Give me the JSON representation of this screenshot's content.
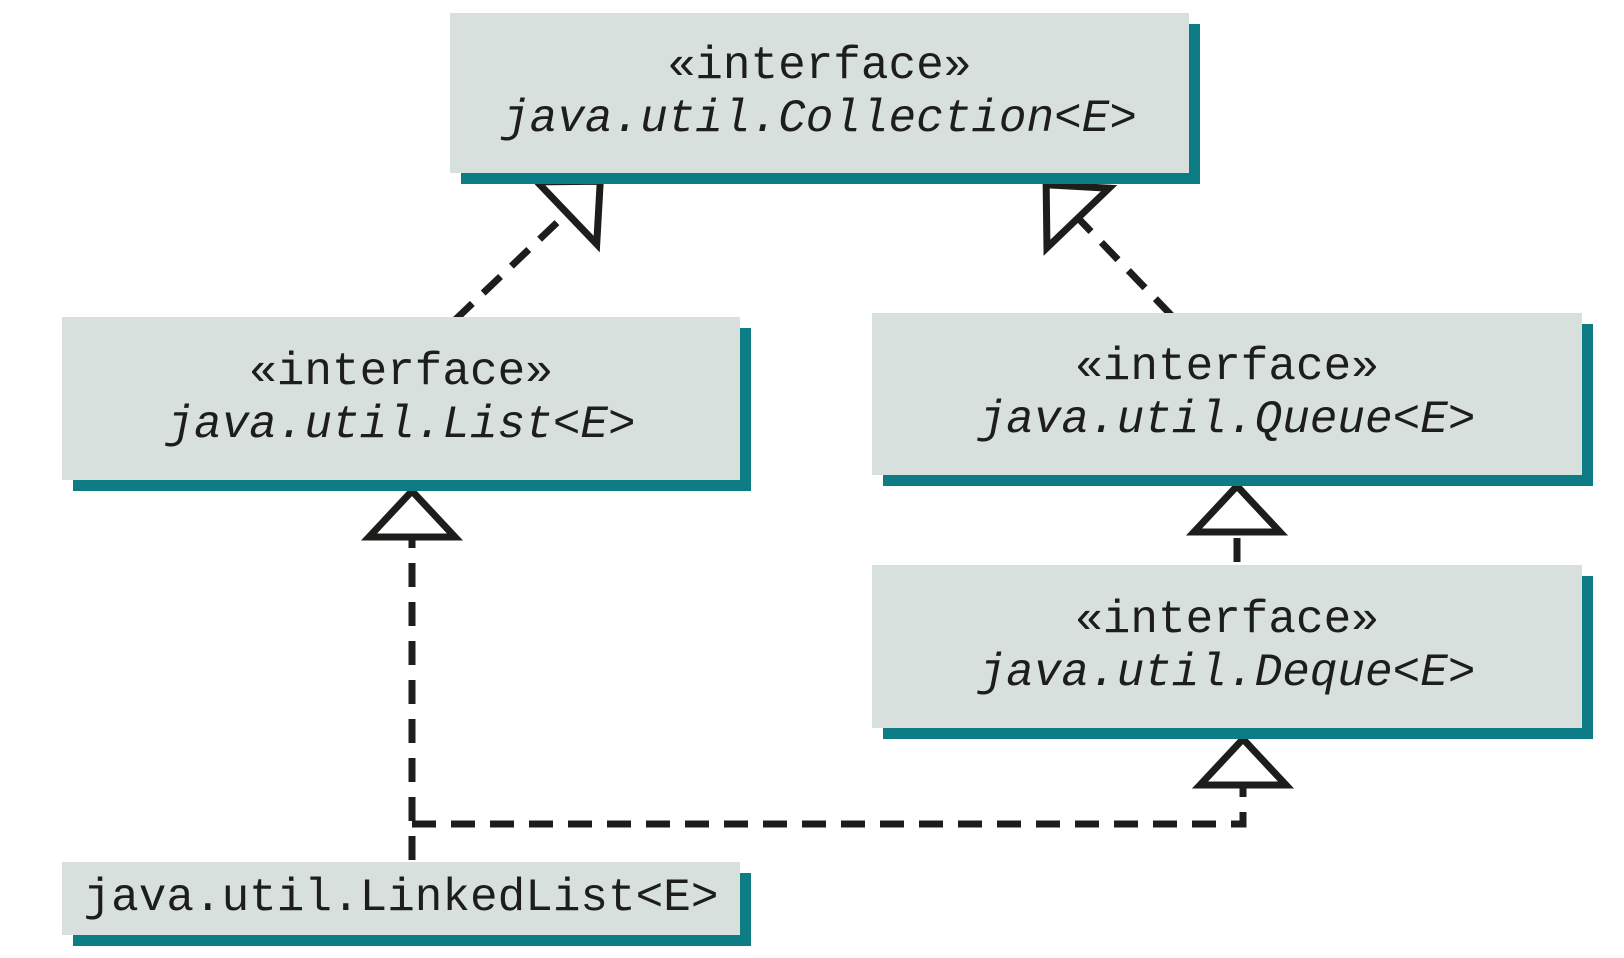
{
  "diagram": {
    "type": "uml-class-diagram",
    "colors": {
      "background": "#ffffff",
      "box_fill": "#d8e0dd",
      "box_shadow_teal": "#0e7c84",
      "line": "#1d1d1b",
      "text": "#1d1d1b"
    },
    "nodes": [
      {
        "id": "collection",
        "stereotype": "«interface»",
        "name": "java.util.Collection<E>",
        "kind": "interface"
      },
      {
        "id": "list",
        "stereotype": "«interface»",
        "name": "java.util.List<E>",
        "kind": "interface"
      },
      {
        "id": "queue",
        "stereotype": "«interface»",
        "name": "java.util.Queue<E>",
        "kind": "interface"
      },
      {
        "id": "deque",
        "stereotype": "«interface»",
        "name": "java.util.Deque<E>",
        "kind": "interface"
      },
      {
        "id": "linkedlist",
        "name": "java.util.LinkedList<E>",
        "kind": "class"
      }
    ],
    "edges": [
      {
        "from": "java.util.List<E>",
        "to": "java.util.Collection<E>",
        "style": "dashed",
        "arrowhead": "hollow-triangle"
      },
      {
        "from": "java.util.Queue<E>",
        "to": "java.util.Collection<E>",
        "style": "dashed",
        "arrowhead": "hollow-triangle"
      },
      {
        "from": "java.util.Deque<E>",
        "to": "java.util.Queue<E>",
        "style": "dashed",
        "arrowhead": "hollow-triangle"
      },
      {
        "from": "java.util.LinkedList<E>",
        "to": "java.util.List<E>",
        "style": "dashed",
        "arrowhead": "hollow-triangle"
      },
      {
        "from": "java.util.LinkedList<E>",
        "to": "java.util.Deque<E>",
        "style": "dashed",
        "arrowhead": "hollow-triangle"
      }
    ]
  }
}
